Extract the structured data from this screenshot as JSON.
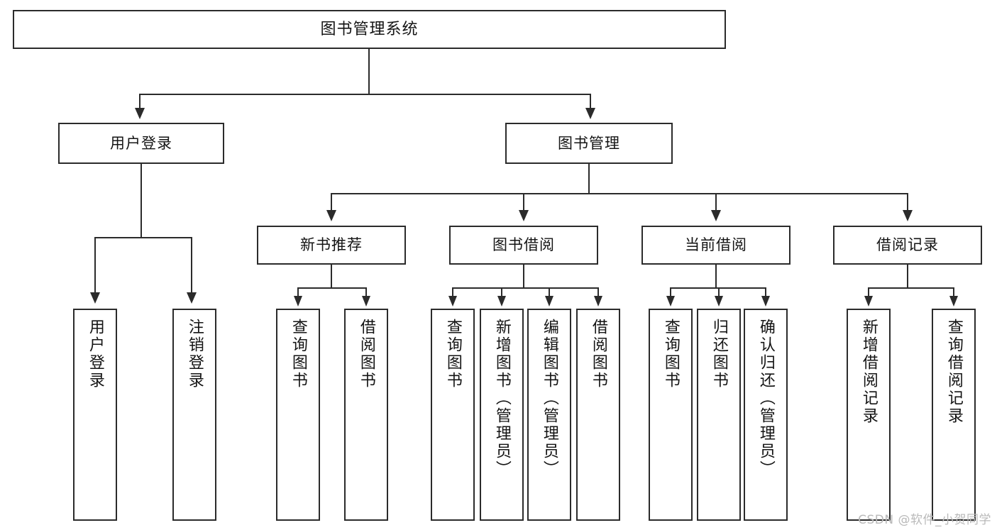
{
  "diagram": {
    "title": "图书管理系统",
    "type": "tree",
    "root": {
      "label": "图书管理系统"
    },
    "level2": [
      {
        "label": "用户登录"
      },
      {
        "label": "图书管理"
      }
    ],
    "level3": [
      {
        "label": "新书推荐"
      },
      {
        "label": "图书借阅"
      },
      {
        "label": "当前借阅"
      },
      {
        "label": "借阅记录"
      }
    ],
    "leaves": [
      {
        "label": "用户登录"
      },
      {
        "label": "注销登录"
      },
      {
        "label": "查询图书"
      },
      {
        "label": "借阅图书"
      },
      {
        "label": "查询图书"
      },
      {
        "label": "新增图书（管理员）"
      },
      {
        "label": "编辑图书（管理员）"
      },
      {
        "label": "借阅图书"
      },
      {
        "label": "查询图书"
      },
      {
        "label": "归还图书"
      },
      {
        "label": "确认归还（管理员）"
      },
      {
        "label": "新增借阅记录"
      },
      {
        "label": "查询借阅记录"
      }
    ]
  },
  "watermark": {
    "text": "CSDN @软件_小贺同学"
  },
  "colors": {
    "border": "#2b2b2b",
    "text": "#141414",
    "background": "#ffffff",
    "watermark": "#b9b9b9"
  }
}
